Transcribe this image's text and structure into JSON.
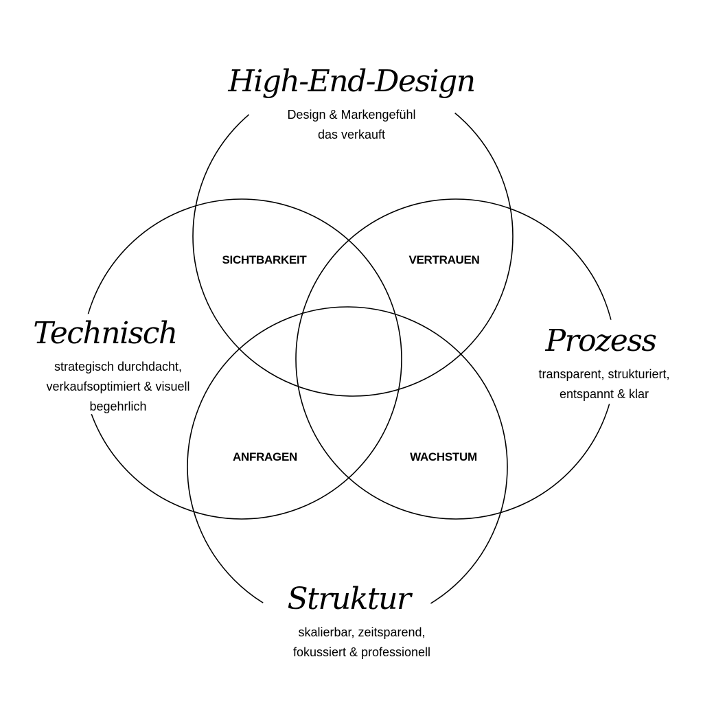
{
  "circles": {
    "top": {
      "title": "High-End-Design",
      "lines": [
        "Design & Markengefühl",
        "das verkauft"
      ]
    },
    "left": {
      "title": "Technisch",
      "lines": [
        "strategisch durchdacht,",
        "verkaufsoptimiert & visuell",
        "begehrlich"
      ]
    },
    "right": {
      "title": "Prozess",
      "lines": [
        "transparent, strukturiert,",
        "entspannt & klar"
      ]
    },
    "bottom": {
      "title": "Struktur",
      "lines": [
        "skalierbar, zeitsparend,",
        "fokussiert & professionell"
      ]
    }
  },
  "intersections": {
    "top_left": "SICHTBARKEIT",
    "top_right": "VERTRAUEN",
    "bottom_left": "ANFRAGEN",
    "bottom_right": "WACHSTUM"
  }
}
